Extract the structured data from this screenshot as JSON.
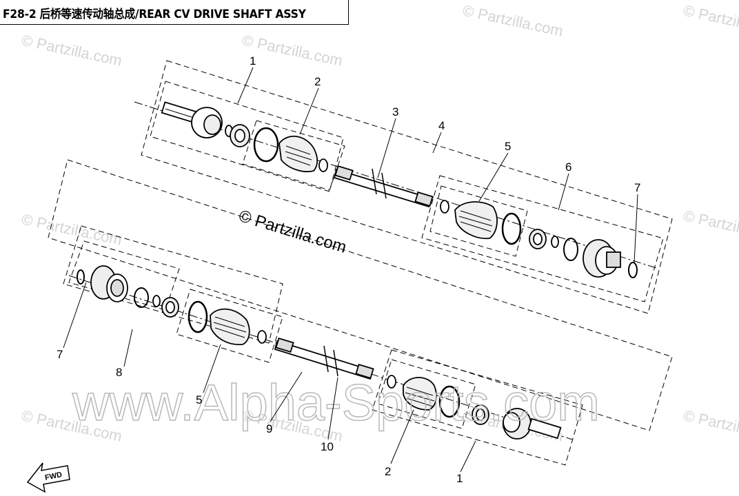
{
  "header": {
    "title": "F28-2 后桥等速传动轴总成/REAR CV DRIVE SHAFT ASSY"
  },
  "watermarks": {
    "partzilla_small": "© Partzilla.com",
    "partzilla_center": "© Partzilla.com",
    "alpha": "www.Alpha-Sports.com"
  },
  "fwd_label": "FWD",
  "callouts": {
    "c1_top": "1",
    "c2_top": "2",
    "c3": "3",
    "c4": "4",
    "c5_top": "5",
    "c6": "6",
    "c7_right": "7",
    "c7_left": "7",
    "c8": "8",
    "c5_bottom": "5",
    "c9": "9",
    "c10": "10",
    "c2_bottom": "2",
    "c1_bottom": "1"
  }
}
